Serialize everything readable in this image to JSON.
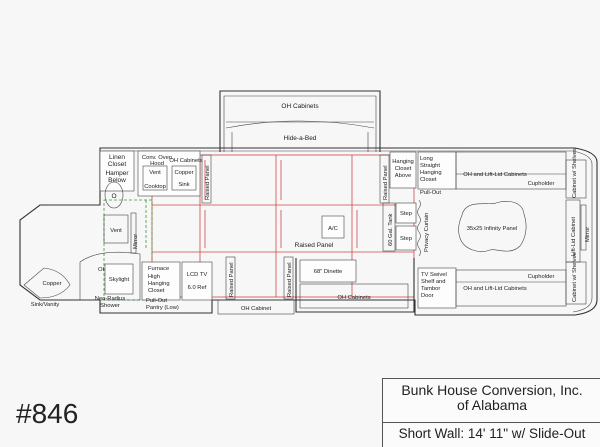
{
  "title_block": {
    "company_line1": "Bunk House Conversion, Inc.",
    "company_line2": "of Alabama",
    "wall_note": "Short Wall: 14' 11\" w/ Slide-Out"
  },
  "model_number": "#846",
  "labels": {
    "oh_cabinets_top": "OH Cabinets",
    "hide_a_bed": "Hide-a-Bed",
    "linen_closet_1": "Linen",
    "linen_closet_2": "Closet",
    "hamper_1": "Hamper",
    "hamper_2": "Below",
    "toilet_symbol": "O",
    "conv_oven_1": "Conv. Oven",
    "conv_oven_2": "Hood",
    "oh_cabinets_kitchen": "OH Cabinets",
    "vent_kitchen": "Vent",
    "copper_kitchen": "Copper",
    "cooktop": "Cooktop",
    "sink_kitchen": "Sink",
    "raised_panel_left_top": "Raised Panel",
    "raised_panel_right_top": "Raised Panel",
    "hanging_closet_1": "Hanging",
    "hanging_closet_2": "Closet",
    "hanging_closet_3": "Above",
    "long_straight_1": "Long",
    "long_straight_2": "Straight",
    "long_straight_3": "Hanging",
    "long_straight_4": "Closet",
    "oh_lift_lid_top": "OH and Lift-Lid Cabinets",
    "cupholder_top": "Cupholder",
    "cabinet_shelves_top": "Cabinet w/ Shelves",
    "vent_bath": "Vent",
    "mirror": "Mirror",
    "gal_tank": "60 Gal. Tank",
    "pull_out": "Pull-Out",
    "step_1": "Step",
    "step_2": "Step",
    "privacy_curtain": "Privacy Curtain",
    "infinity_panel": "35x25 Infinity Panel",
    "lift_lid_cabinet": "Lift-Lid Cabinet",
    "mirror_right": "Mirror",
    "ac": "A/C",
    "raised_panel_center": "Raised Panel",
    "copper_bath": "Copper",
    "sink_vanity": "Sink/Vanity",
    "oi_mark": "OI",
    "skylight": "Skylight",
    "neo_radius_1": "Neo-Radius",
    "neo_radius_2": "Shower",
    "furnace": "Furnace",
    "high_hanging_1": "High",
    "high_hanging_2": "Hanging",
    "high_hanging_3": "Closet",
    "lcd_tv": "LCD TV",
    "ref": "6.0 Ref",
    "pull_out_pantry_1": "Pull-Out",
    "pull_out_pantry_2": "Pantry (Low)",
    "raised_panel_v1": "Raised Panel",
    "raised_panel_v2": "Raised Panel",
    "oh_cabinet_bottom": "OH Cabinet",
    "dinette": "68\" Dinette",
    "oh_cabinets_bottom": "OH Cabinets",
    "tv_swivel_1": "TV Swivel",
    "tv_swivel_2": "Shelf and",
    "tv_swivel_3": "Tambor",
    "tv_swivel_4": "Door",
    "oh_lift_lid_bottom": "OH and Lift-Lid Cabinets",
    "cupholder_bottom": "Cupholder",
    "cabinet_shelves_bottom": "Cabinet w/ Shelves"
  }
}
